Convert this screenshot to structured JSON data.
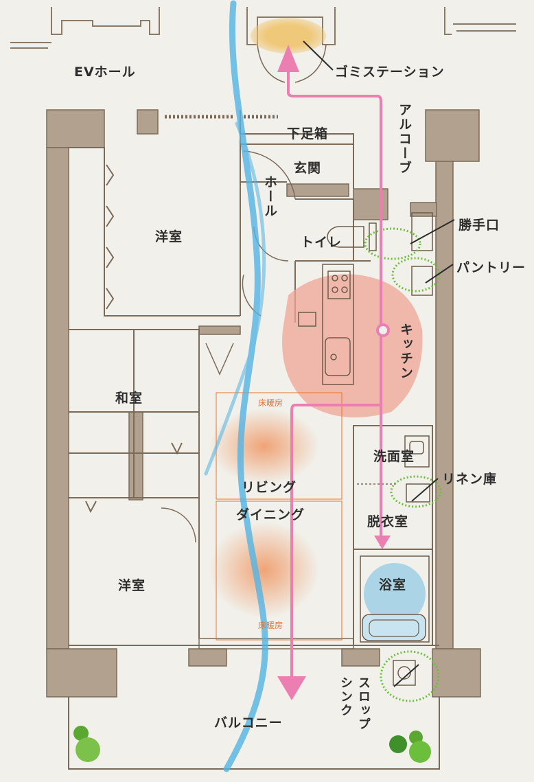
{
  "rooms": {
    "ev_hall": "EVホール",
    "garbage_station": "ゴミステーション",
    "alcove": "アルコーブ",
    "shoe_box": "下足箱",
    "entrance": "玄関",
    "hall": "ホール",
    "toilet": "トイレ",
    "service_door": "勝手口",
    "pantry": "パントリー",
    "western_room_1": "洋室",
    "kitchen": "キッチン",
    "japanese_room": "和室",
    "floor_heating_1": "床暖房",
    "living": "リビング",
    "dining": "ダイニング",
    "washroom": "洗面室",
    "linen_closet": "リネン庫",
    "dressing_room": "脱衣室",
    "western_room_2": "洋室",
    "bathroom": "浴室",
    "floor_heating_2": "床暖房",
    "slop_sink": "スロップシンク",
    "balcony": "バルコニー"
  },
  "colors": {
    "wall": "#b2a18e",
    "wall_line": "#7b6a58",
    "flow_line": "#ec7fb2",
    "wind_flow": "#54b4e4",
    "kitchen_zone": "#efa495",
    "floor_heat": "#f2935e",
    "garbage_zone": "#f0c46e",
    "bath_zone": "#9fd0e6",
    "plant": "#6bbf3a"
  }
}
